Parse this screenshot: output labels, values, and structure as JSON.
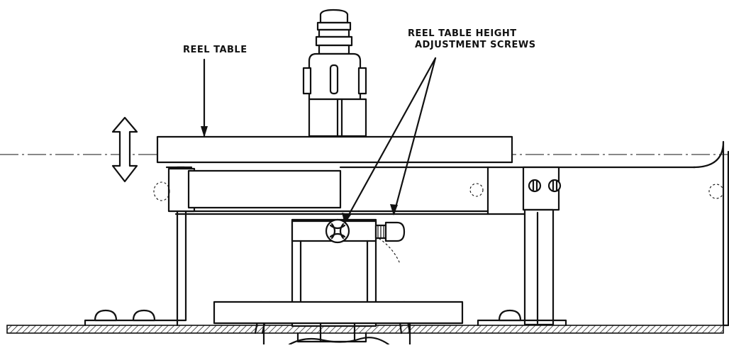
{
  "labels": {
    "reel_table": "REEL TABLE",
    "screws_line1": "REEL TABLE HEIGHT",
    "screws_line2": "ADJUSTMENT SCREWS"
  },
  "colors": {
    "ink": "#111111",
    "paper": "#ffffff"
  }
}
